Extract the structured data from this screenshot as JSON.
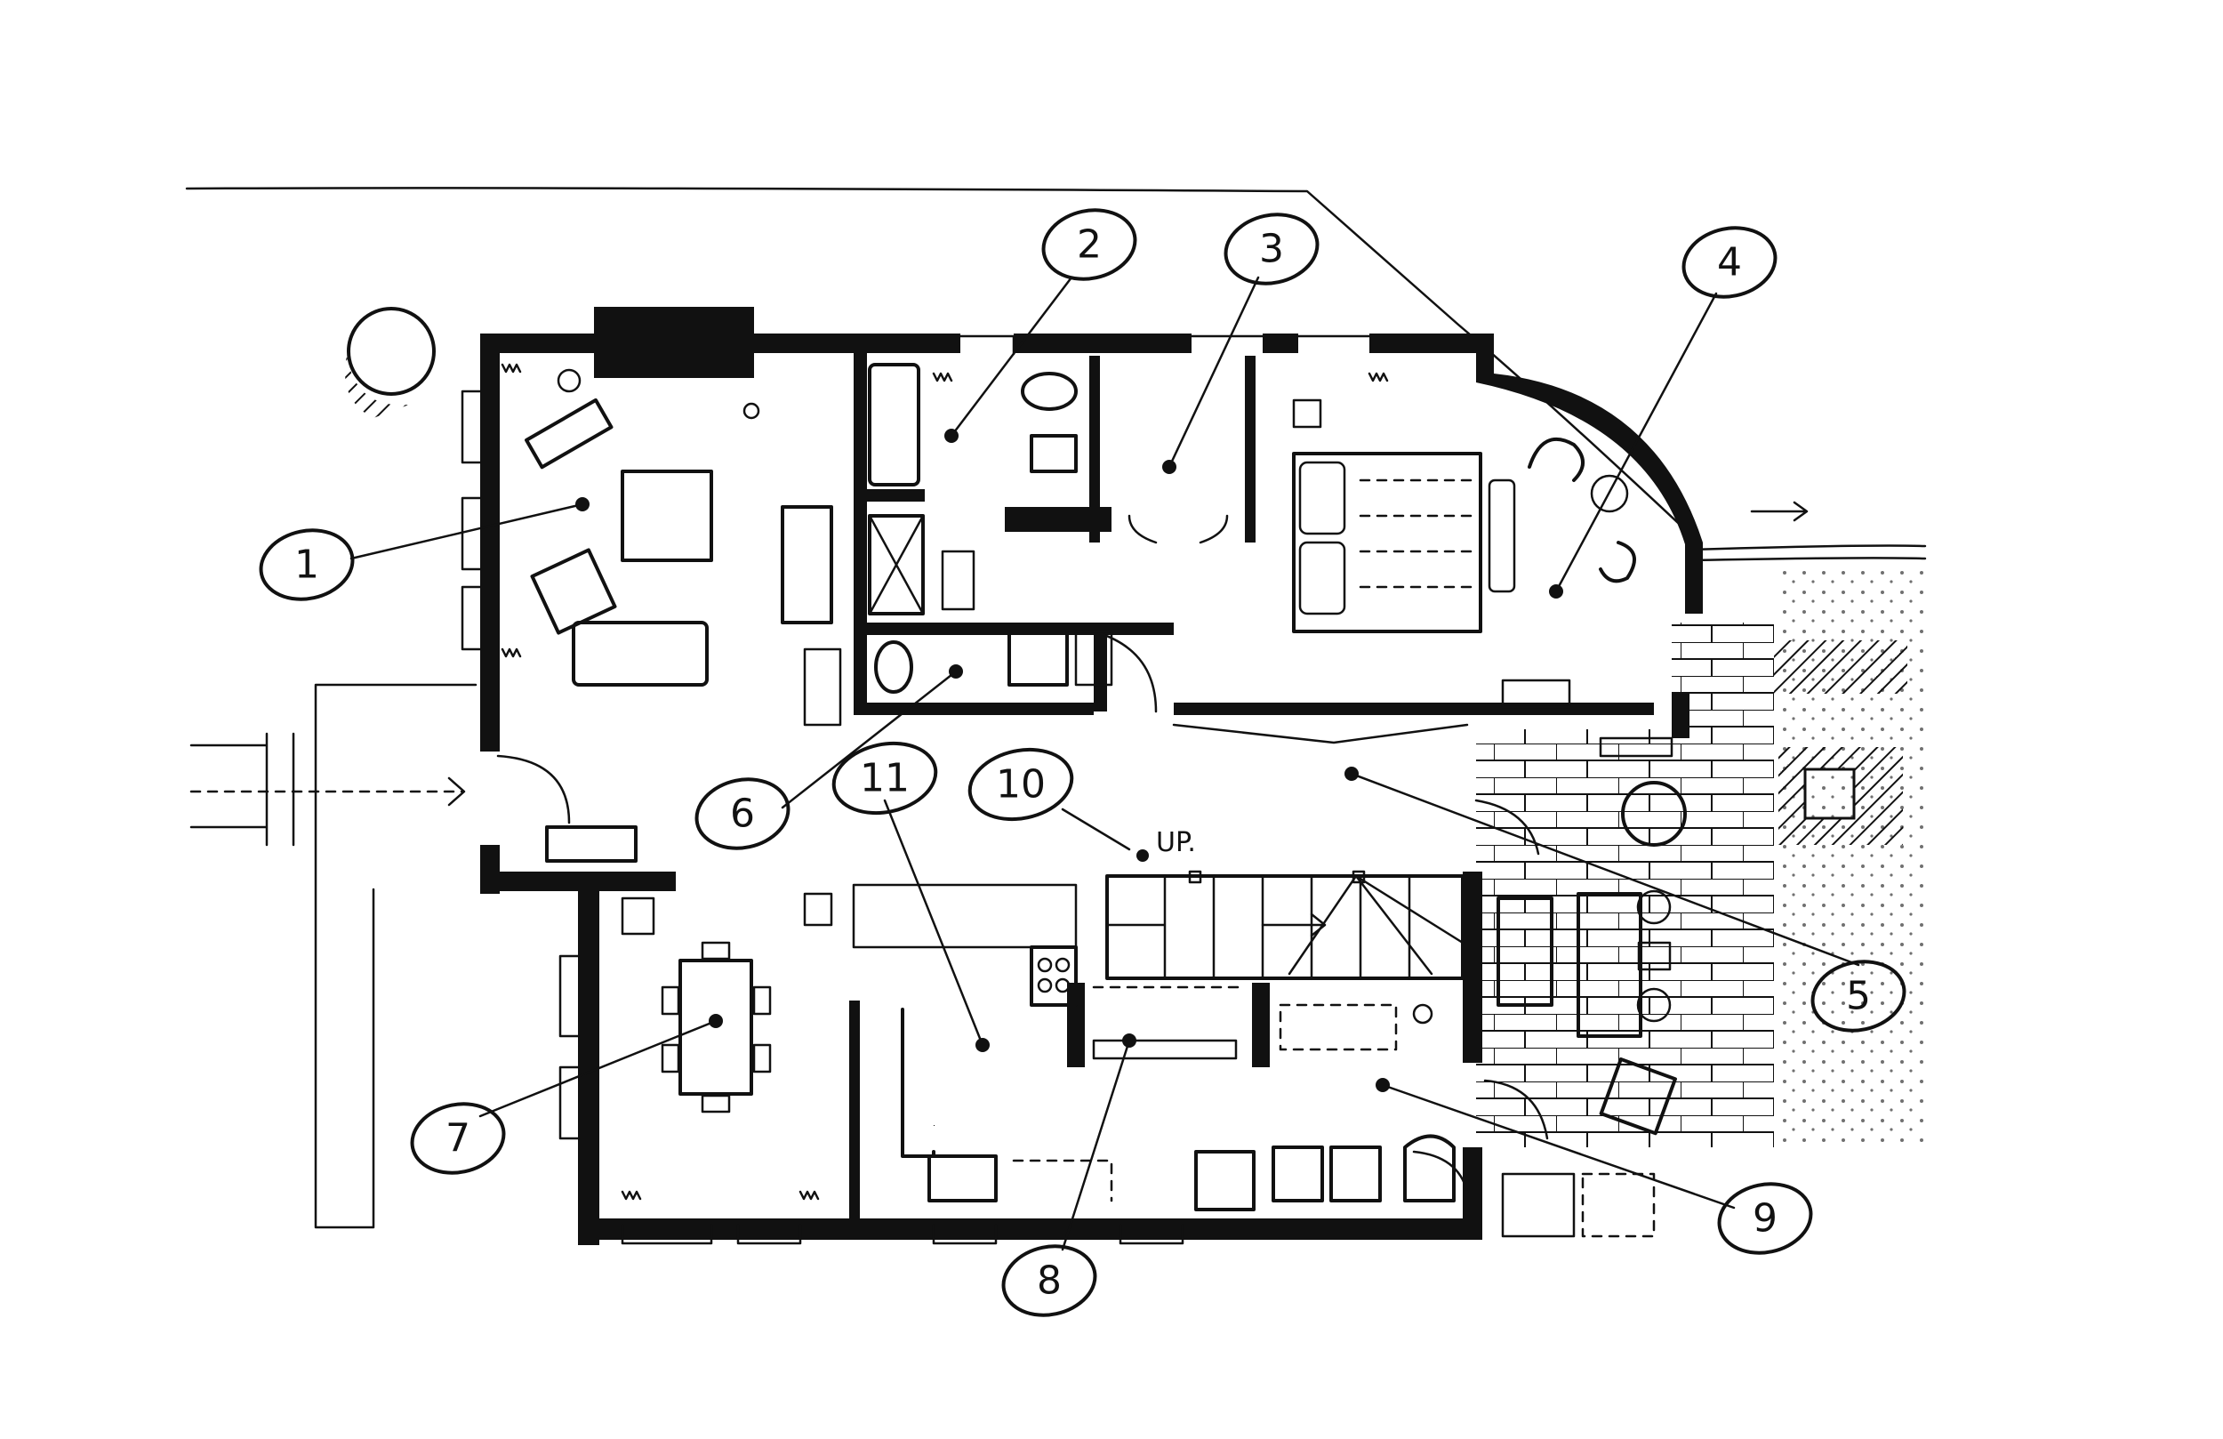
{
  "callouts": [
    {
      "id": "1",
      "label": "1"
    },
    {
      "id": "2",
      "label": "2"
    },
    {
      "id": "3",
      "label": "3"
    },
    {
      "id": "4",
      "label": "4"
    },
    {
      "id": "5",
      "label": "5"
    },
    {
      "id": "6",
      "label": "6"
    },
    {
      "id": "7",
      "label": "7"
    },
    {
      "id": "8",
      "label": "8"
    },
    {
      "id": "9",
      "label": "9"
    },
    {
      "id": "10",
      "label": "10"
    },
    {
      "id": "11",
      "label": "11"
    }
  ],
  "stair_note": "UP."
}
